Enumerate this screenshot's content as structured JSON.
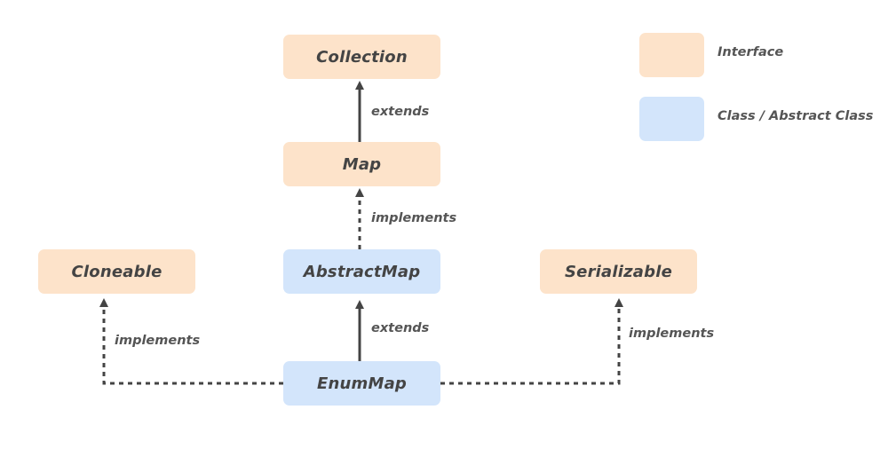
{
  "nodes": {
    "collection": "Collection",
    "map": "Map",
    "abstract_map": "AbstractMap",
    "enum_map": "EnumMap",
    "cloneable": "Cloneable",
    "serializable": "Serializable"
  },
  "edges": {
    "map_to_collection": "extends",
    "abstractmap_to_map": "implements",
    "enummap_to_abstractmap": "extends",
    "enummap_to_cloneable": "implements",
    "enummap_to_serializable": "implements"
  },
  "legend": {
    "interface": "Interface",
    "class": "Class / Abstract Class"
  },
  "colors": {
    "interface": "#fde3ca",
    "class": "#d3e5fb",
    "line": "#444444"
  }
}
